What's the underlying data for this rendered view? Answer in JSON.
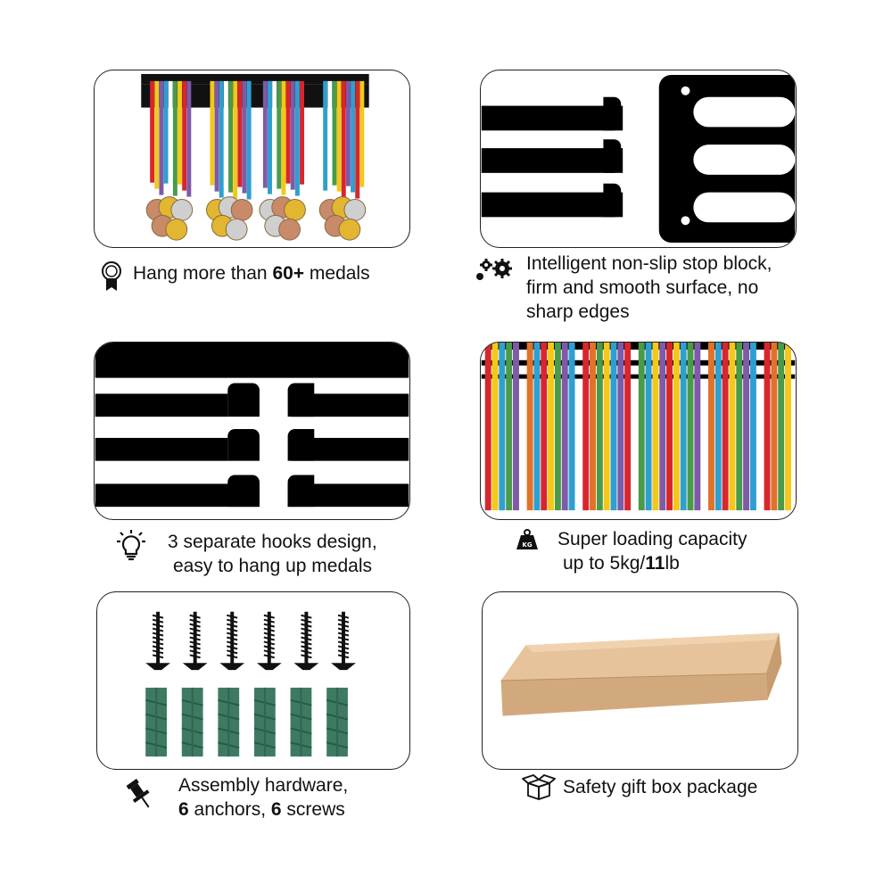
{
  "features": [
    {
      "icon": "medal-ribbon-icon",
      "lines": [
        [
          "Hang more than ",
          "60+",
          " medals"
        ]
      ]
    },
    {
      "icon": "gears-icon",
      "lines": [
        [
          "Intelligent non-slip stop block,"
        ],
        [
          "firm and smooth surface, no"
        ],
        [
          "sharp edges"
        ]
      ]
    },
    {
      "icon": "lightbulb-icon",
      "lines": [
        [
          "3 separate hooks design,"
        ],
        [
          "easy to hang up medals"
        ]
      ]
    },
    {
      "icon": "weight-kg-icon",
      "weight_label": "KG",
      "lines": [
        [
          "Super loading capacity"
        ],
        [
          "up to 5kg/",
          "11",
          "lb"
        ]
      ]
    },
    {
      "icon": "pushpin-icon",
      "lines": [
        [
          "Assembly hardware,"
        ],
        [
          "",
          "6",
          " anchors, ",
          "6",
          " screws"
        ]
      ]
    },
    {
      "icon": "open-box-icon",
      "lines": [
        [
          "Safety gift box package"
        ]
      ]
    }
  ],
  "colors": {
    "ribbon": [
      "#d8262e",
      "#f3c81a",
      "#4a9a4a",
      "#2f9fd0",
      "#7e5aa8",
      "#e0722a",
      "#ffffff"
    ],
    "anchor_green": "#3e7a62",
    "box_kraft": "#d9b58c"
  },
  "counts": {
    "screws": 6,
    "anchors": 6
  }
}
